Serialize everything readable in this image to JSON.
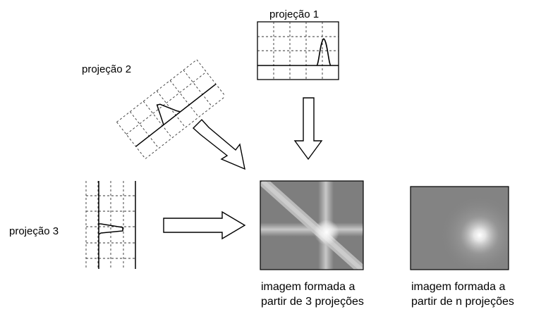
{
  "labels": {
    "projection_1": "projeção 1",
    "projection_2": "projeção 2",
    "projection_3": "projeção 3"
  },
  "captions": {
    "three_projections": {
      "line1": "imagem formada a",
      "line2": "partir de 3 projeções"
    },
    "n_projections": {
      "line1": "imagem formada a",
      "line2": "partir de n projeções"
    }
  },
  "colors": {
    "reconstruction_background": "#7e7e7e",
    "bright_band": "#c9c9c9",
    "bright_spot": "#ffffff",
    "line": "#000000",
    "grid_line": "#333333"
  }
}
